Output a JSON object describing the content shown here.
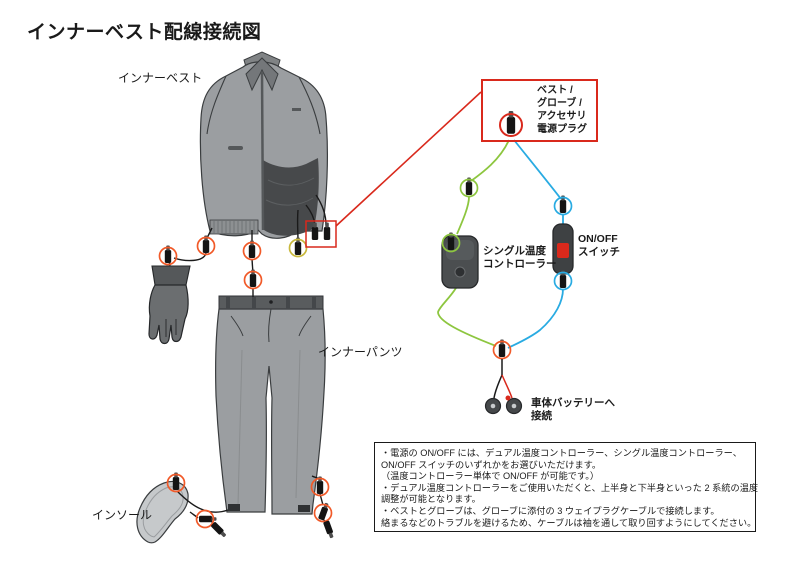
{
  "title": "インナーベスト配線接続図",
  "diagram": {
    "garments": {
      "vest_label": "インナーベスト",
      "pants_label": "インナーパンツ",
      "insole_label": "インソール"
    },
    "power_plug_box": {
      "label": "ベスト /\nグローブ /\nアクセサリ\n電源プラグ"
    },
    "controller_label": "シングル温度\nコントローラー",
    "switch_label": "ON/OFF\nスイッチ",
    "battery_label": "車体バッテリーへ\n接続"
  },
  "notes": {
    "lines": [
      "・電源の ON/OFF には、デュアル温度コントローラー、シングル温度コントローラー、",
      "ON/OFF スイッチのいずれかをお選びいただけます。",
      "（温度コントローラー単体で ON/OFF が可能です。）",
      "・デュアル温度コントローラーをご使用いただくと、上半身と下半身といった 2 系統の温度",
      "調整が可能となります。",
      "・ベストとグローブは、グローブに添付の 3 ウェイプラグケーブルで接続します。",
      "絡まるなどのトラブルを避けるため、ケーブルは袖を通して取り回すようにしてください。"
    ]
  },
  "colors": {
    "wire_green": "#8dc63f",
    "wire_blue": "#29abe2",
    "accent_red": "#d9291c",
    "connector_ring": "#f15a29",
    "garment_gray": "#9b9ea1"
  }
}
